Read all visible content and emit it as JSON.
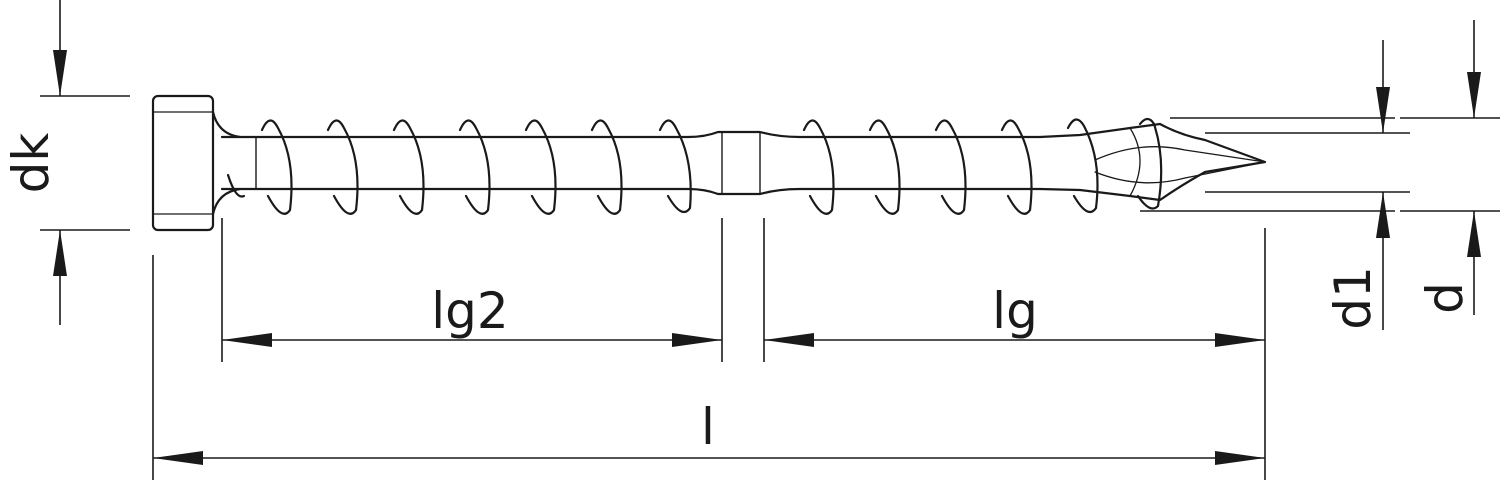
{
  "labels": {
    "dk": "dk",
    "lg2": "lg2",
    "lg": "lg",
    "l": "l",
    "d1": "d1",
    "d": "d"
  },
  "colors": {
    "line": "#1a1a1a",
    "background": "#ffffff"
  }
}
